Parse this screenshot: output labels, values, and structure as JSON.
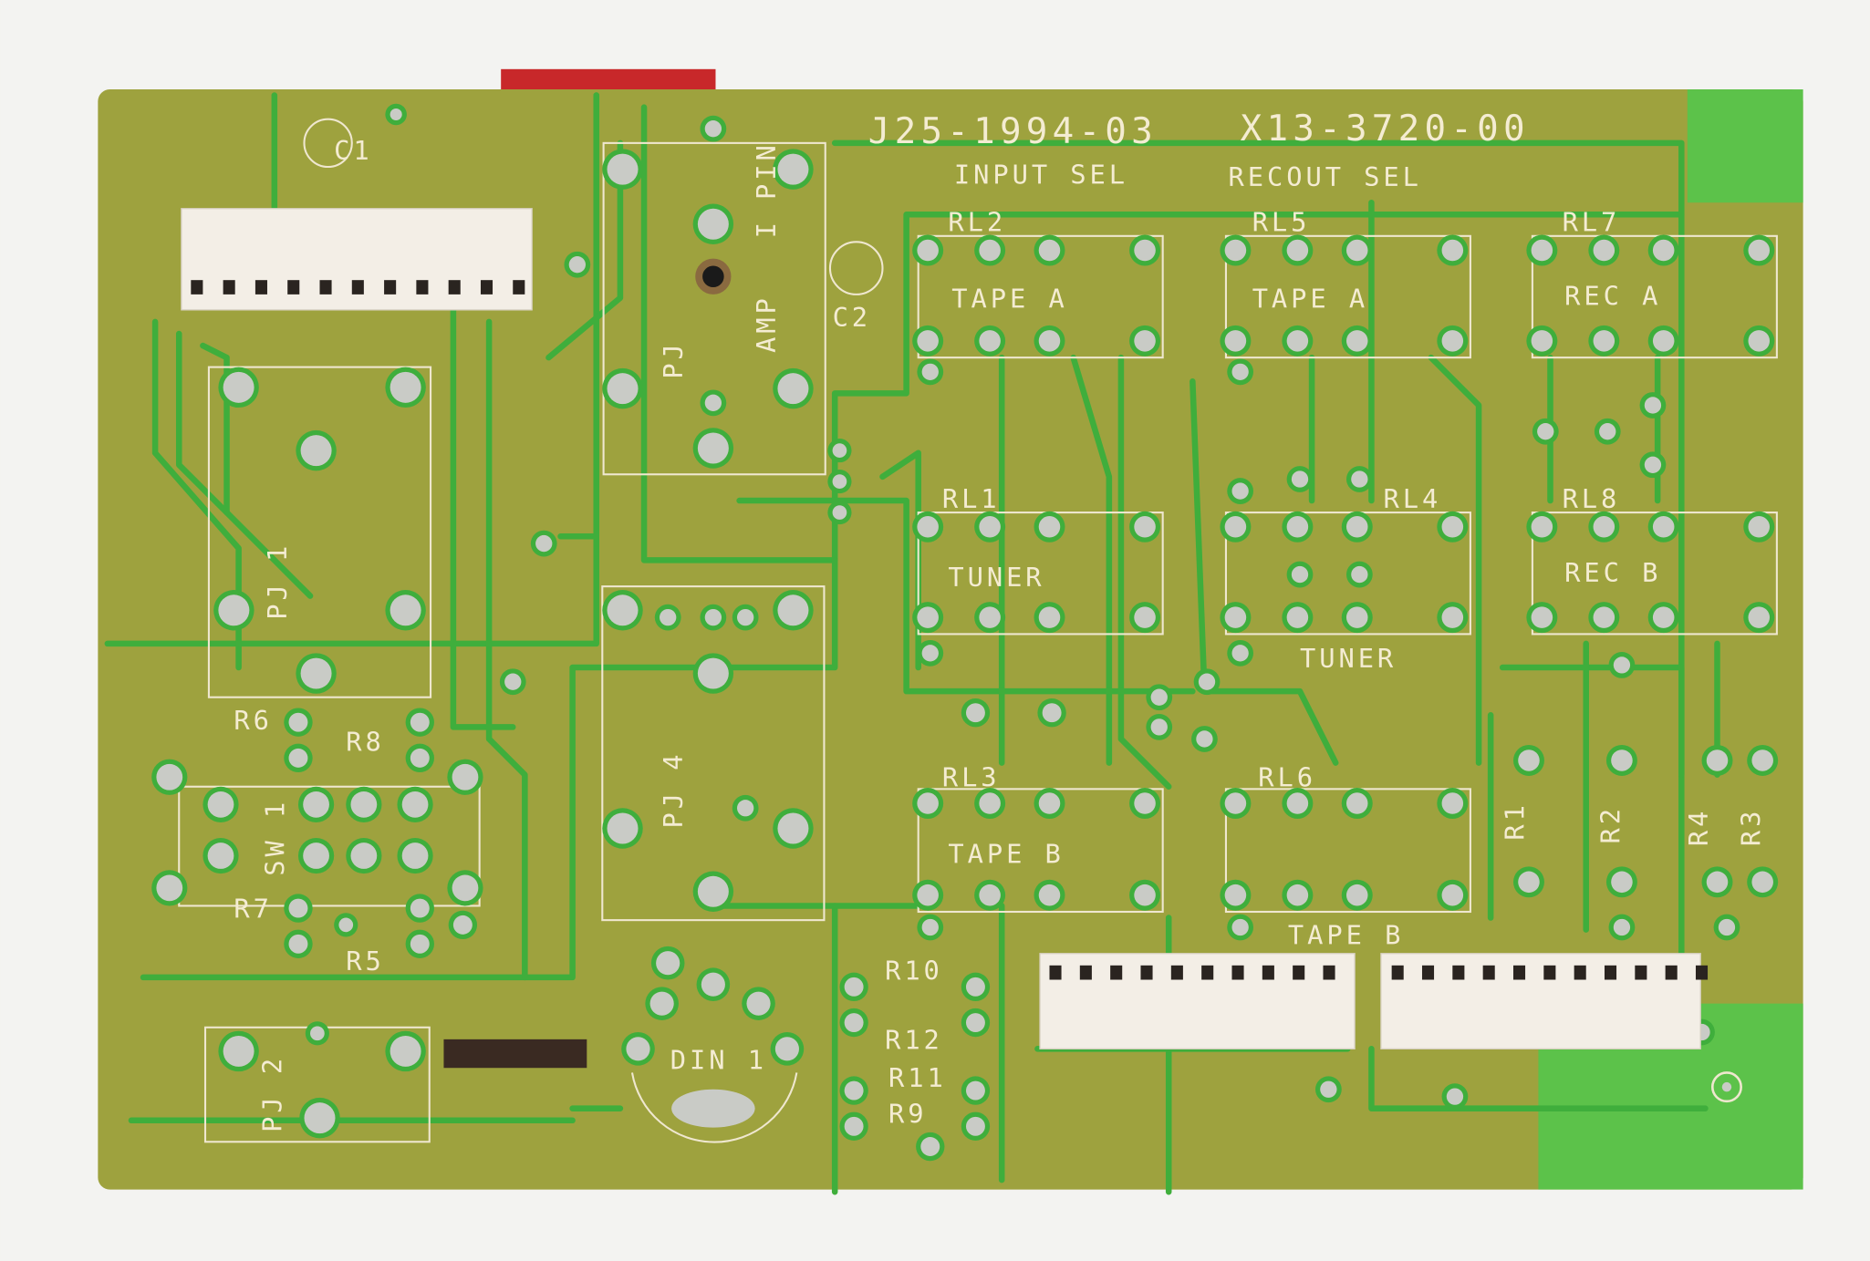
{
  "board": {
    "part_number": "J25-1994-03",
    "board_code": "X13-3720-00",
    "section_labels": {
      "input_sel": "INPUT SEL",
      "recout_sel": "RECOUT SEL"
    },
    "colors": {
      "substrate": "#9ea23e",
      "trace": "#3fae3c",
      "silkscreen": "#f4ecd2",
      "solder": "#c9cbc6",
      "connector": "#f3eee6"
    }
  },
  "relays": [
    {
      "ref": "RL2",
      "function": "TAPE A"
    },
    {
      "ref": "RL5",
      "function": "TAPE A"
    },
    {
      "ref": "RL7",
      "function": "REC A"
    },
    {
      "ref": "RL1",
      "function": "TUNER"
    },
    {
      "ref": "RL4",
      "function": "TUNER"
    },
    {
      "ref": "RL8",
      "function": "REC B"
    },
    {
      "ref": "RL3",
      "function": "TAPE B"
    },
    {
      "ref": "RL6",
      "function": "TAPE B"
    }
  ],
  "components": {
    "c1": "C1",
    "c2": "C2",
    "pj": "PJ",
    "amp": "AMP",
    "ipin": "I PIN",
    "pj1": "PJ 1",
    "pj4": "PJ 4",
    "pj2": "PJ 2",
    "sw1": "SW 1",
    "r6": "R6",
    "r8": "R8",
    "r7": "R7",
    "r5": "R5",
    "r10": "R10",
    "r12": "R12",
    "r11": "R11",
    "r9": "R9",
    "din1": "DIN 1",
    "r1": "R1",
    "r2": "R2",
    "r4": "R4",
    "r3": "R3"
  }
}
